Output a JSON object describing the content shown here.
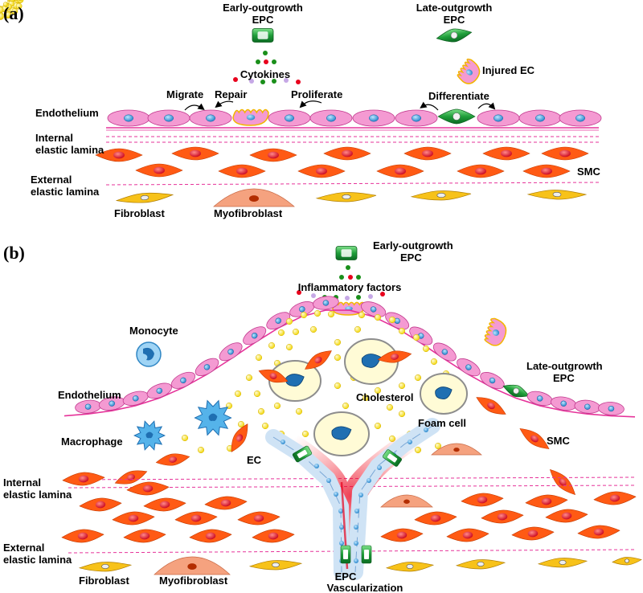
{
  "panel_a": {
    "tag": "(a)",
    "early_epc_line1": "Early-outgrowth",
    "early_epc_line2": "EPC",
    "late_epc_line1": "Late-outgrowth",
    "late_epc_line2": "EPC",
    "cytokines": "Cytokines",
    "injured_ec": "Injured EC",
    "migrate": "Migrate",
    "repair": "Repair",
    "proliferate": "Proliferate",
    "differentiate": "Differentiate",
    "endothelium": "Endothelium",
    "iel_line1": "Internal",
    "iel_line2": "elastic lamina",
    "eel_line1": "External",
    "eel_line2": "elastic lamina",
    "smc": "SMC",
    "fibroblast": "Fibroblast",
    "myofibroblast": "Myofibroblast"
  },
  "panel_b": {
    "tag": "(b)",
    "early_epc_line1": "Early-outgrowth",
    "early_epc_line2": "EPC",
    "inflammatory": "Inflammatory  factors",
    "monocyte": "Monocyte",
    "endothelium": "Endothelium",
    "macrophage": "Macrophage",
    "late_epc_line1": "Late-outgrowth",
    "late_epc_line2": "EPC",
    "cholesterol": "Cholesterol",
    "foam_cell": "Foam cell",
    "smc": "SMC",
    "ec": "EC",
    "iel_line1": "Internal",
    "iel_line2": "elastic lamina",
    "eel_line1": "External",
    "eel_line2": "elastic lamina",
    "fibroblast": "Fibroblast",
    "myofibroblast": "Myofibroblast",
    "epc": "EPC",
    "vascularization": "Vascularization"
  },
  "colors": {
    "endothelial_cell": "#f49ad2",
    "nucleus": "#3aa7e6",
    "smc": "#ff5a14",
    "smc_nucleus": "#e8001c",
    "fibroblast": "#f7c21a",
    "myofibroblast": "#f5a27f",
    "epc_green": "#1f9e3a",
    "lamina": "#e6339a",
    "foam_cell": "#fff200",
    "cholesterol": "#ffe600",
    "monocyte": "#9fd4f5",
    "macrophage": "#55b3ea",
    "capillary": "#cfe3f5"
  }
}
